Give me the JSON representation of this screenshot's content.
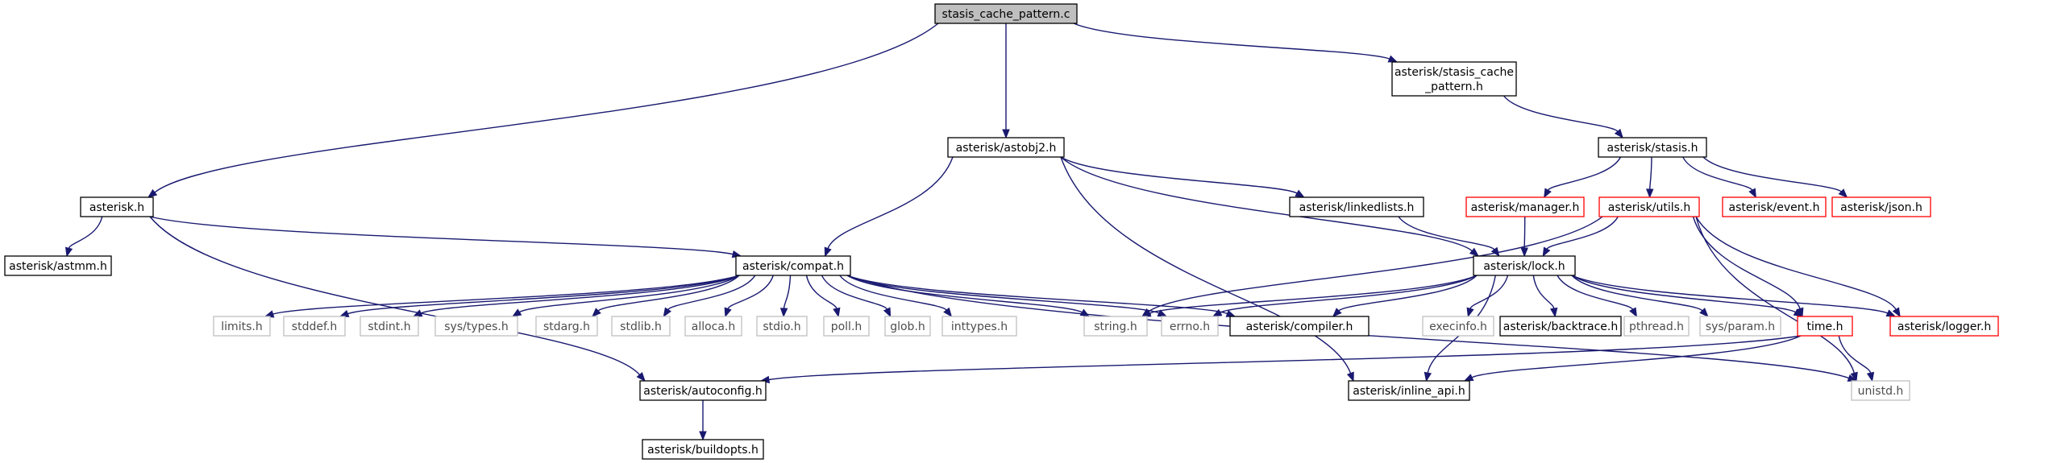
{
  "diagram": {
    "nodes": [
      {
        "id": "root",
        "label": "stasis_cache_pattern.c",
        "style": "root"
      },
      {
        "id": "scp",
        "label1": "asterisk/stasis_cache",
        "label2": "_pattern.h",
        "style": "normal"
      },
      {
        "id": "astobj2",
        "label": "asterisk/astobj2.h",
        "style": "normal"
      },
      {
        "id": "asterisk",
        "label": "asterisk.h",
        "style": "normal"
      },
      {
        "id": "stasis",
        "label": "asterisk/stasis.h",
        "style": "normal"
      },
      {
        "id": "astmm",
        "label": "asterisk/astmm.h",
        "style": "normal"
      },
      {
        "id": "compat",
        "label": "asterisk/compat.h",
        "style": "normal"
      },
      {
        "id": "linkedlists",
        "label": "asterisk/linkedlists.h",
        "style": "normal"
      },
      {
        "id": "manager",
        "label": "asterisk/manager.h",
        "style": "red"
      },
      {
        "id": "utils",
        "label": "asterisk/utils.h",
        "style": "red"
      },
      {
        "id": "event",
        "label": "asterisk/event.h",
        "style": "red"
      },
      {
        "id": "json",
        "label": "asterisk/json.h",
        "style": "red"
      },
      {
        "id": "lock",
        "label": "asterisk/lock.h",
        "style": "normal"
      },
      {
        "id": "limits",
        "label": "limits.h",
        "style": "gray"
      },
      {
        "id": "stddef",
        "label": "stddef.h",
        "style": "gray"
      },
      {
        "id": "stdint",
        "label": "stdint.h",
        "style": "gray"
      },
      {
        "id": "systypes",
        "label": "sys/types.h",
        "style": "gray"
      },
      {
        "id": "stdarg",
        "label": "stdarg.h",
        "style": "gray"
      },
      {
        "id": "stdlib",
        "label": "stdlib.h",
        "style": "gray"
      },
      {
        "id": "alloca",
        "label": "alloca.h",
        "style": "gray"
      },
      {
        "id": "stdio",
        "label": "stdio.h",
        "style": "gray"
      },
      {
        "id": "poll",
        "label": "poll.h",
        "style": "gray"
      },
      {
        "id": "glob",
        "label": "glob.h",
        "style": "gray"
      },
      {
        "id": "inttypes",
        "label": "inttypes.h",
        "style": "gray"
      },
      {
        "id": "string",
        "label": "string.h",
        "style": "gray"
      },
      {
        "id": "errno",
        "label": "errno.h",
        "style": "gray"
      },
      {
        "id": "compiler",
        "label": "asterisk/compiler.h",
        "style": "normal"
      },
      {
        "id": "execinfo",
        "label": "execinfo.h",
        "style": "gray"
      },
      {
        "id": "backtrace",
        "label": "asterisk/backtrace.h",
        "style": "normal"
      },
      {
        "id": "pthread",
        "label": "pthread.h",
        "style": "gray"
      },
      {
        "id": "sysparam",
        "label": "sys/param.h",
        "style": "gray"
      },
      {
        "id": "time",
        "label": "time.h",
        "style": "red"
      },
      {
        "id": "logger",
        "label": "asterisk/logger.h",
        "style": "red"
      },
      {
        "id": "autoconfig",
        "label": "asterisk/autoconfig.h",
        "style": "normal"
      },
      {
        "id": "inline_api",
        "label": "asterisk/inline_api.h",
        "style": "normal"
      },
      {
        "id": "unistd",
        "label": "unistd.h",
        "style": "gray"
      },
      {
        "id": "buildopts",
        "label": "asterisk/buildopts.h",
        "style": "normal"
      }
    ],
    "edges": [
      [
        "root",
        "scp"
      ],
      [
        "root",
        "astobj2"
      ],
      [
        "root",
        "asterisk"
      ],
      [
        "scp",
        "stasis"
      ],
      [
        "astobj2",
        "compat"
      ],
      [
        "astobj2",
        "linkedlists"
      ],
      [
        "astobj2",
        "lock"
      ],
      [
        "astobj2",
        "inline_api"
      ],
      [
        "asterisk",
        "astmm"
      ],
      [
        "asterisk",
        "compat"
      ],
      [
        "asterisk",
        "autoconfig"
      ],
      [
        "stasis",
        "manager"
      ],
      [
        "stasis",
        "utils"
      ],
      [
        "stasis",
        "event"
      ],
      [
        "stasis",
        "json"
      ],
      [
        "linkedlists",
        "lock"
      ],
      [
        "manager",
        "lock"
      ],
      [
        "utils",
        "lock"
      ],
      [
        "utils",
        "string"
      ],
      [
        "utils",
        "time"
      ],
      [
        "utils",
        "logger"
      ],
      [
        "utils",
        "unistd"
      ],
      [
        "compat",
        "limits"
      ],
      [
        "compat",
        "stddef"
      ],
      [
        "compat",
        "stdint"
      ],
      [
        "compat",
        "systypes"
      ],
      [
        "compat",
        "stdarg"
      ],
      [
        "compat",
        "stdlib"
      ],
      [
        "compat",
        "alloca"
      ],
      [
        "compat",
        "stdio"
      ],
      [
        "compat",
        "poll"
      ],
      [
        "compat",
        "glob"
      ],
      [
        "compat",
        "inttypes"
      ],
      [
        "compat",
        "string"
      ],
      [
        "compat",
        "errno"
      ],
      [
        "compat",
        "compiler"
      ],
      [
        "compat",
        "unistd"
      ],
      [
        "lock",
        "string"
      ],
      [
        "lock",
        "errno"
      ],
      [
        "lock",
        "compiler"
      ],
      [
        "lock",
        "execinfo"
      ],
      [
        "lock",
        "backtrace"
      ],
      [
        "lock",
        "pthread"
      ],
      [
        "lock",
        "sysparam"
      ],
      [
        "lock",
        "time"
      ],
      [
        "lock",
        "logger"
      ],
      [
        "lock",
        "inline_api"
      ],
      [
        "time",
        "autoconfig"
      ],
      [
        "time",
        "inline_api"
      ],
      [
        "time",
        "unistd"
      ],
      [
        "autoconfig",
        "buildopts"
      ]
    ],
    "colors": {
      "edge": "#191970",
      "normal_border": "#000000",
      "red_border": "#ff0000",
      "gray_border": "#bfbfbf",
      "gray_text": "#4d4d4d",
      "root_fill": "#bfbfbf",
      "fill": "#ffffff",
      "text": "#000000"
    }
  }
}
